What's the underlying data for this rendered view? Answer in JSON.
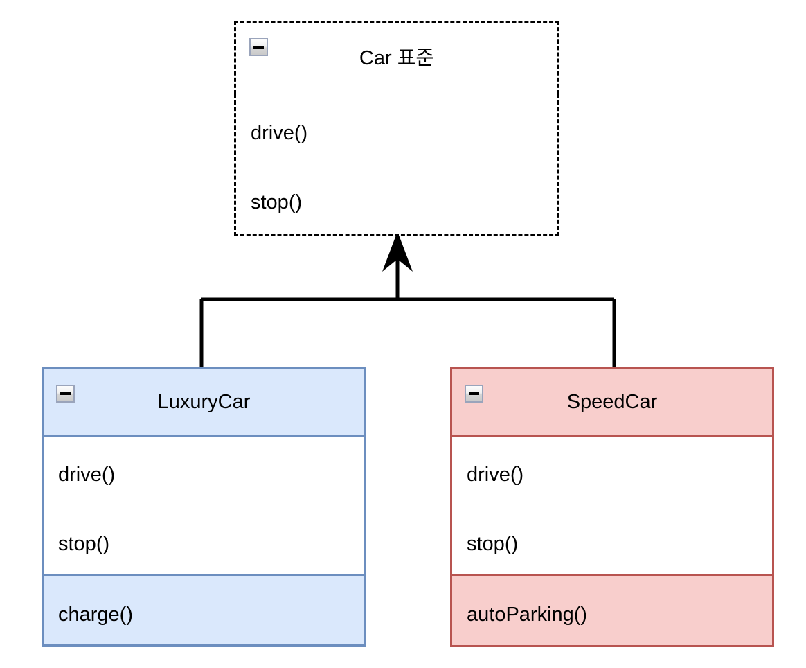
{
  "diagram": {
    "type": "uml-class-diagram",
    "background": "#ffffff",
    "classes": [
      {
        "id": "car",
        "name": "Car 표준",
        "stereotype": "interface",
        "border_style": "dashed",
        "border_color": "#000000",
        "header_fill": "#ffffff",
        "body_fill": "#ffffff",
        "collapse_icon": "minus-icon",
        "sections": [
          {
            "id": "methods",
            "members": [
              "drive()",
              "stop()"
            ]
          }
        ]
      },
      {
        "id": "luxurycar",
        "name": "LuxuryCar",
        "stereotype": "class",
        "border_style": "solid",
        "border_color": "#6c8ebf",
        "header_fill": "#dae8fc",
        "body_fill": "#ffffff",
        "extra_fill": "#dae8fc",
        "collapse_icon": "minus-icon",
        "sections": [
          {
            "id": "methods",
            "members": [
              "drive()",
              "stop()"
            ]
          },
          {
            "id": "extra",
            "members": [
              "charge()"
            ]
          }
        ]
      },
      {
        "id": "speedcar",
        "name": "SpeedCar",
        "stereotype": "class",
        "border_style": "solid",
        "border_color": "#b85450",
        "header_fill": "#f8cecc",
        "body_fill": "#ffffff",
        "extra_fill": "#f8cecc",
        "collapse_icon": "minus-icon",
        "sections": [
          {
            "id": "methods",
            "members": [
              "drive()",
              "stop()"
            ]
          },
          {
            "id": "extra",
            "members": [
              "autoParking()"
            ]
          }
        ]
      }
    ],
    "relationships": [
      {
        "id": "luxurycar-implements-car",
        "type": "realization",
        "from": "luxurycar",
        "to": "car",
        "arrow": "open-arrowhead",
        "line_color": "#000000"
      },
      {
        "id": "speedcar-implements-car",
        "type": "realization",
        "from": "speedcar",
        "to": "car",
        "arrow": "open-arrowhead",
        "line_color": "#000000"
      }
    ]
  }
}
